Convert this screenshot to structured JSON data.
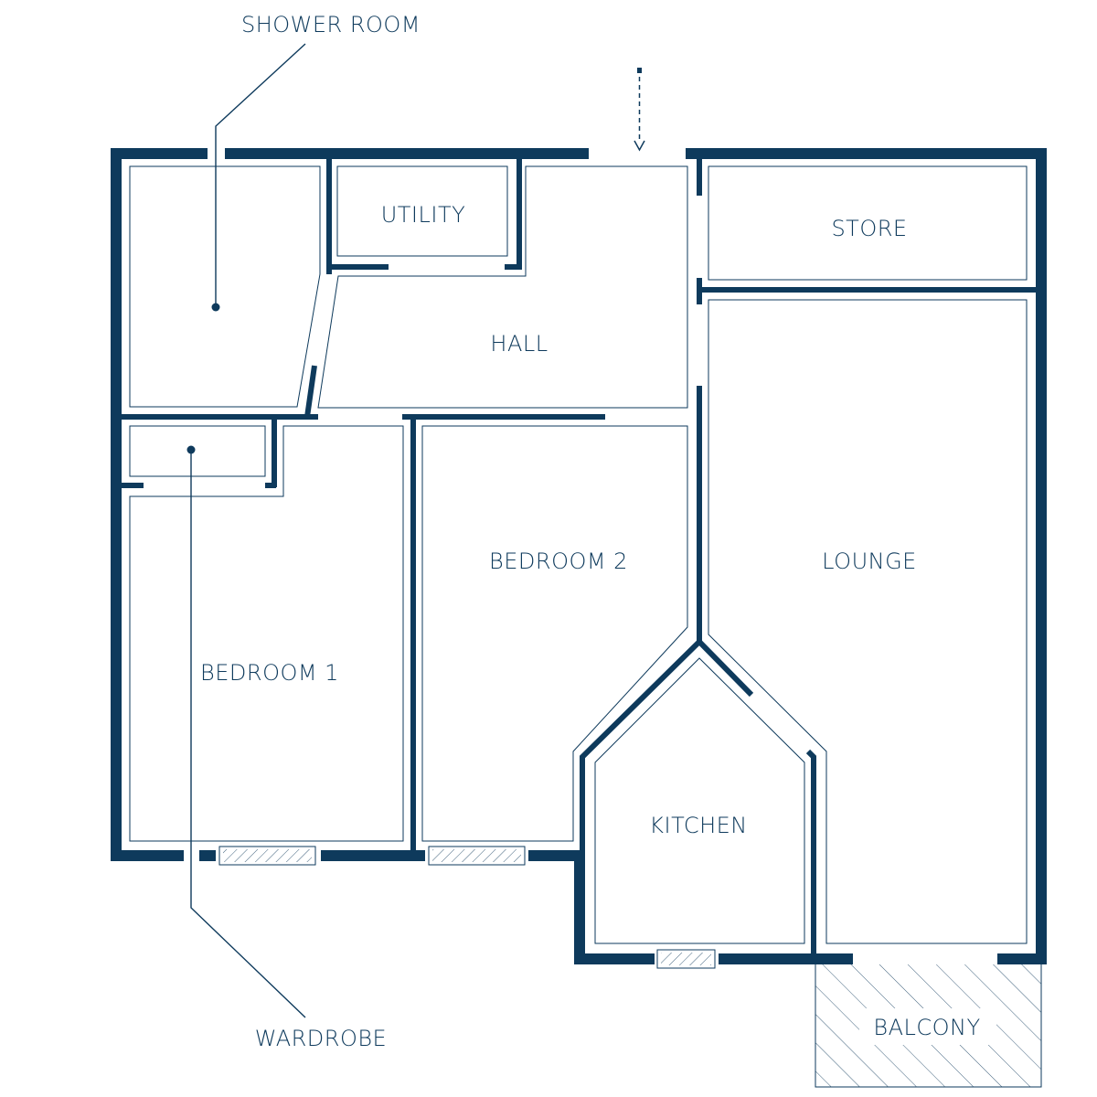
{
  "colors": {
    "ink": "#0e3a5c",
    "background": "#ffffff"
  },
  "rooms": {
    "shower_room": "SHOWER ROOM",
    "utility": "UTILITY",
    "hall": "HALL",
    "store": "STORE",
    "bedroom_1": "BEDROOM 1",
    "bedroom_2": "BEDROOM 2",
    "lounge": "LOUNGE",
    "kitchen": "KITCHEN",
    "balcony": "BALCONY",
    "wardrobe": "WARDROBE"
  },
  "icons": {
    "entrance": "dashed-arrow-down-icon",
    "window": "hatched-window-icon",
    "balcony": "hatched-balcony-icon"
  }
}
